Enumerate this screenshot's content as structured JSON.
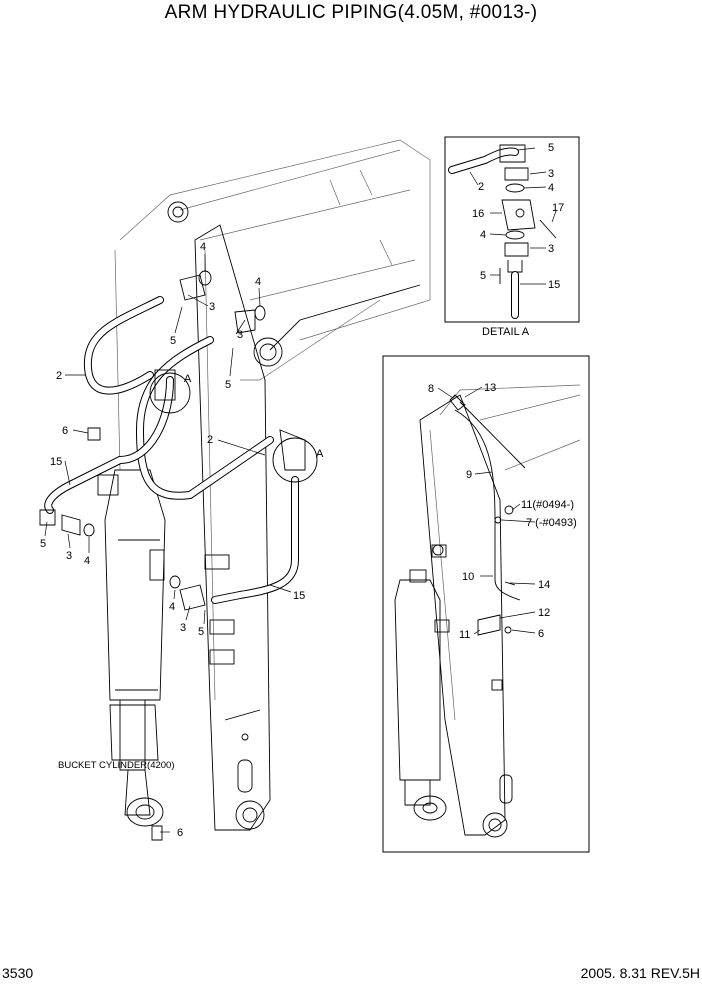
{
  "title": "ARM HYDRAULIC PIPING(4.05M, #0013-)",
  "page_number": "3530",
  "revision": "2005. 8.31 REV.5H",
  "detail_caption": "DETAIL  A",
  "cylinder_label": "BUCKET CYLINDER(4200)",
  "callouts": {
    "main": {
      "c2a": "2",
      "c2b": "2",
      "c3a": "3",
      "c3b": "3",
      "c3c": "3",
      "c4a": "4",
      "c4b": "4",
      "c4c": "4",
      "c4d": "4",
      "c5a": "5",
      "c5b": "5",
      "c5c": "5",
      "c5d": "5",
      "c6a": "6",
      "c6b": "6",
      "c15a": "15",
      "c15b": "15",
      "c3d": "3",
      "markA1": "A",
      "markA2": "A"
    },
    "detail": {
      "d5a": "5",
      "d3a": "3",
      "d2": "2",
      "d4a": "4",
      "d16": "16",
      "d17": "17",
      "d4b": "4",
      "d3b": "3",
      "d5b": "5",
      "d15": "15"
    },
    "inset": {
      "i8": "8",
      "i13": "13",
      "i9": "9",
      "i11a": "11(#0494-)",
      "i7": "7 (-#0493)",
      "i10": "10",
      "i14": "14",
      "i12": "12",
      "i11b": "11",
      "i6": "6"
    }
  }
}
